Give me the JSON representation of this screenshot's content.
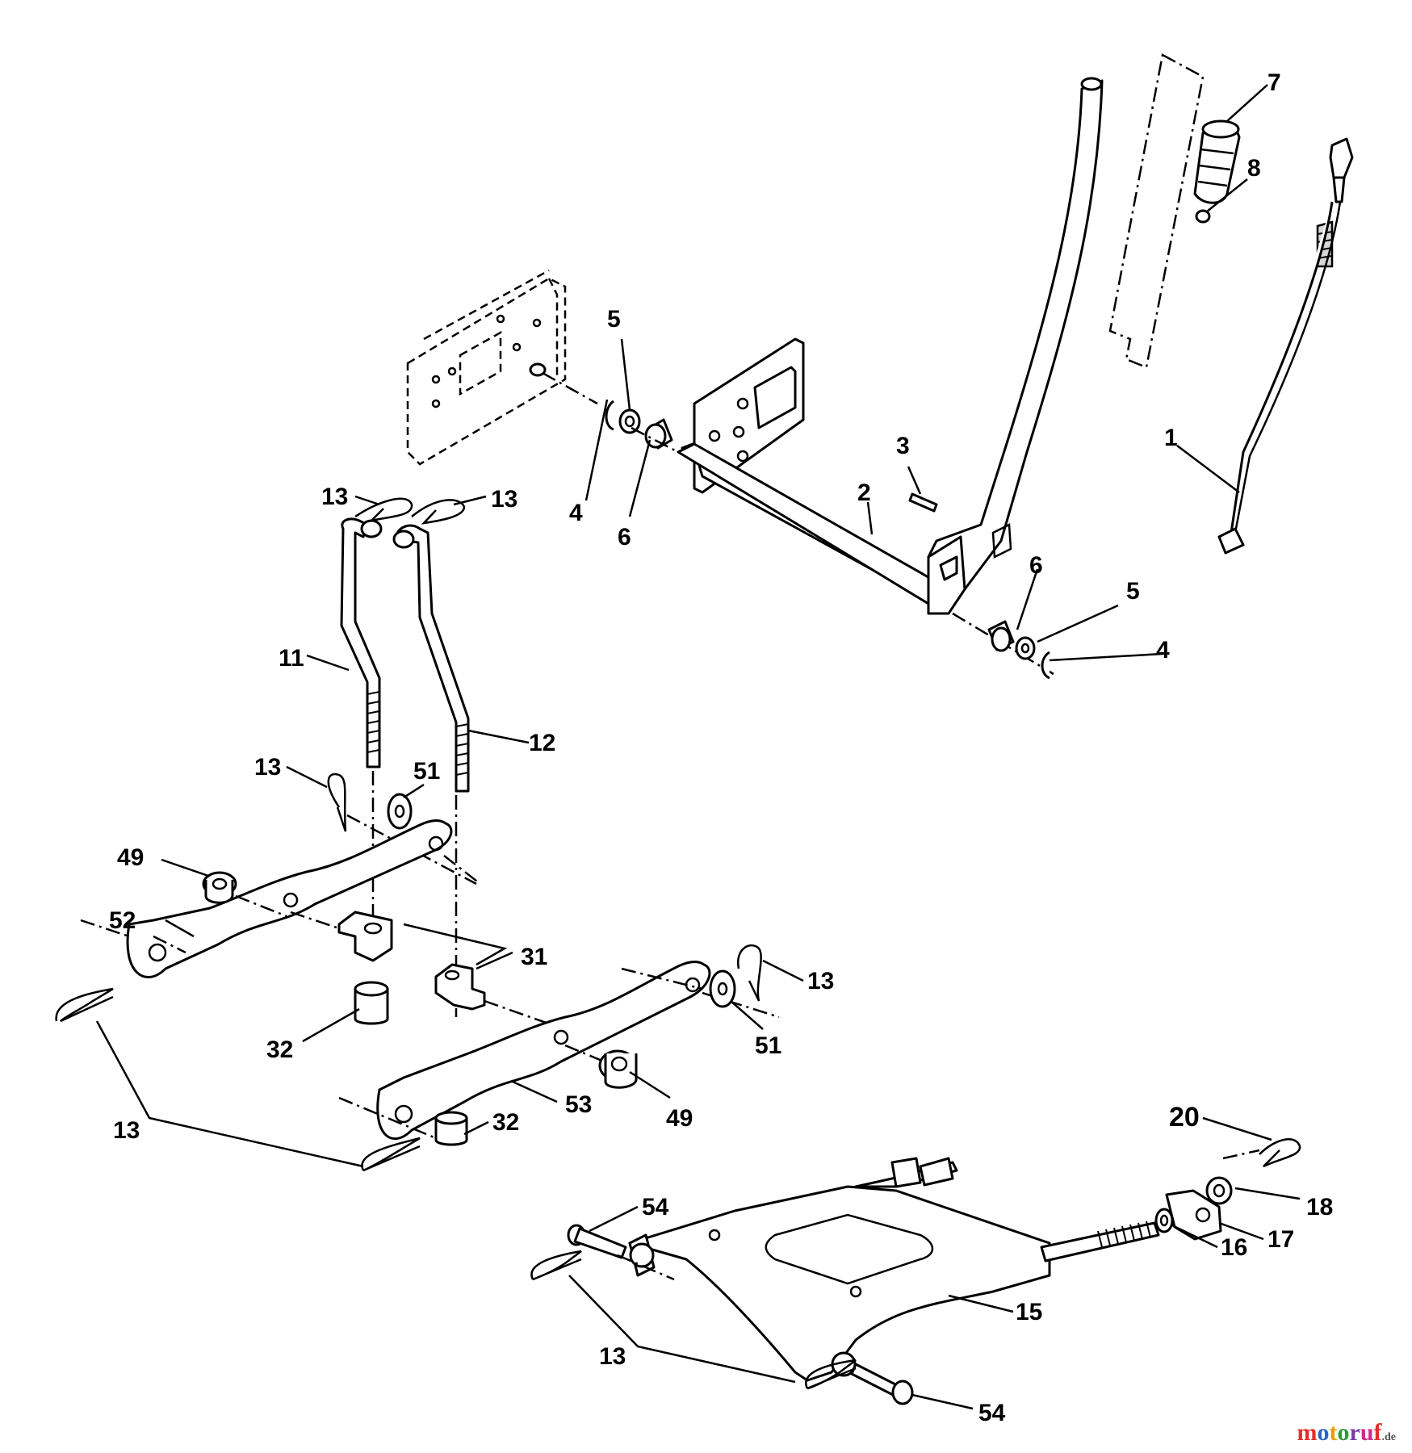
{
  "diagram": {
    "callouts": {
      "c1": "1",
      "c2": "2",
      "c3": "3",
      "c4a": "4",
      "c4b": "4",
      "c5a": "5",
      "c5b": "5",
      "c6a": "6",
      "c6b": "6",
      "c7": "7",
      "c8": "8",
      "c11": "11",
      "c12": "12",
      "c13a": "13",
      "c13b": "13",
      "c13c": "13",
      "c13d": "13",
      "c13e": "13",
      "c13f": "13",
      "c15": "15",
      "c16": "16",
      "c17": "17",
      "c18": "18",
      "c20": "20",
      "c31": "31",
      "c32a": "32",
      "c32b": "32",
      "c49a": "49",
      "c49b": "49",
      "c51a": "51",
      "c51b": "51",
      "c52": "52",
      "c53": "53",
      "c54a": "54",
      "c54b": "54"
    }
  },
  "watermark": {
    "m": "m",
    "o1": "o",
    "t": "t",
    "o2": "o",
    "r": "r",
    "u": "u",
    "f": "f",
    "suffix": ".de"
  }
}
